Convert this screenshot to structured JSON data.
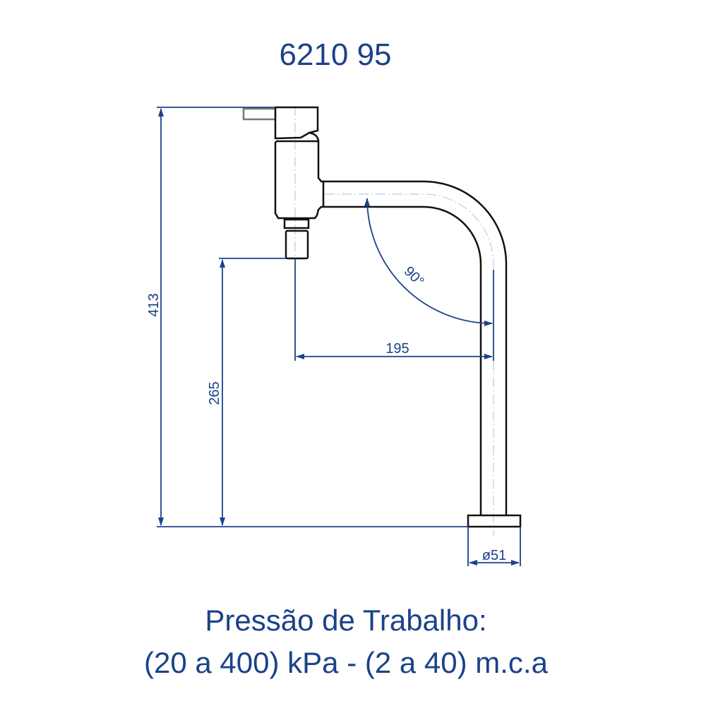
{
  "title": "6210 95",
  "dimensions": {
    "total_height": "413",
    "outlet_height": "265",
    "reach": "195",
    "angle": "90°",
    "base_diameter": "ø51"
  },
  "footer": {
    "line1": "Pressão de Trabalho:",
    "line2": "(20 a 400) kPa - (2 a 40) m.c.a"
  },
  "colors": {
    "accent": "#1b4289",
    "outline": "#111111"
  }
}
